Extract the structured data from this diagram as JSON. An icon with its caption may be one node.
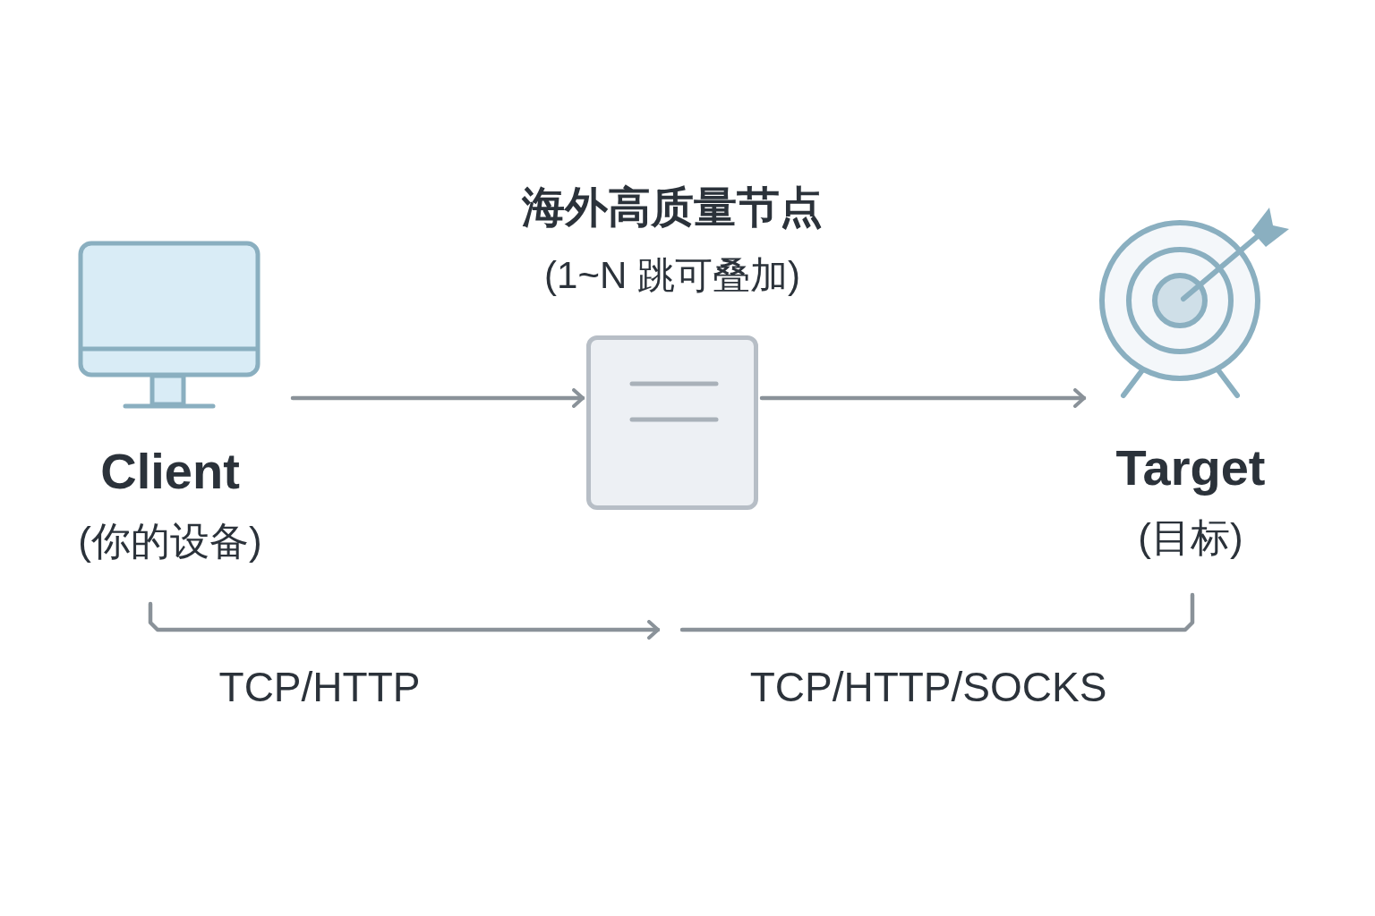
{
  "diagram": {
    "nodes": [
      {
        "text": [
          "Client",
          "(你的设备)"
        ]
      },
      {
        "text": [],
        "shape": "box",
        "beside": [
          "海外高质量节点",
          "(1~N 跳可叠加)"
        ]
      },
      {
        "text": [
          "Target",
          "(目标)"
        ]
      }
    ],
    "edges": [
      {
        "from": 0,
        "to": 1,
        "arrow": "to"
      },
      {
        "from": 1,
        "to": 2,
        "arrow": "to"
      },
      {
        "from": 0,
        "to": null,
        "arrow": "to",
        "label": "TCP/HTTP"
      },
      {
        "from": null,
        "to": 2,
        "arrow": "none",
        "label": "TCP/HTTP/SOCKS"
      }
    ]
  }
}
